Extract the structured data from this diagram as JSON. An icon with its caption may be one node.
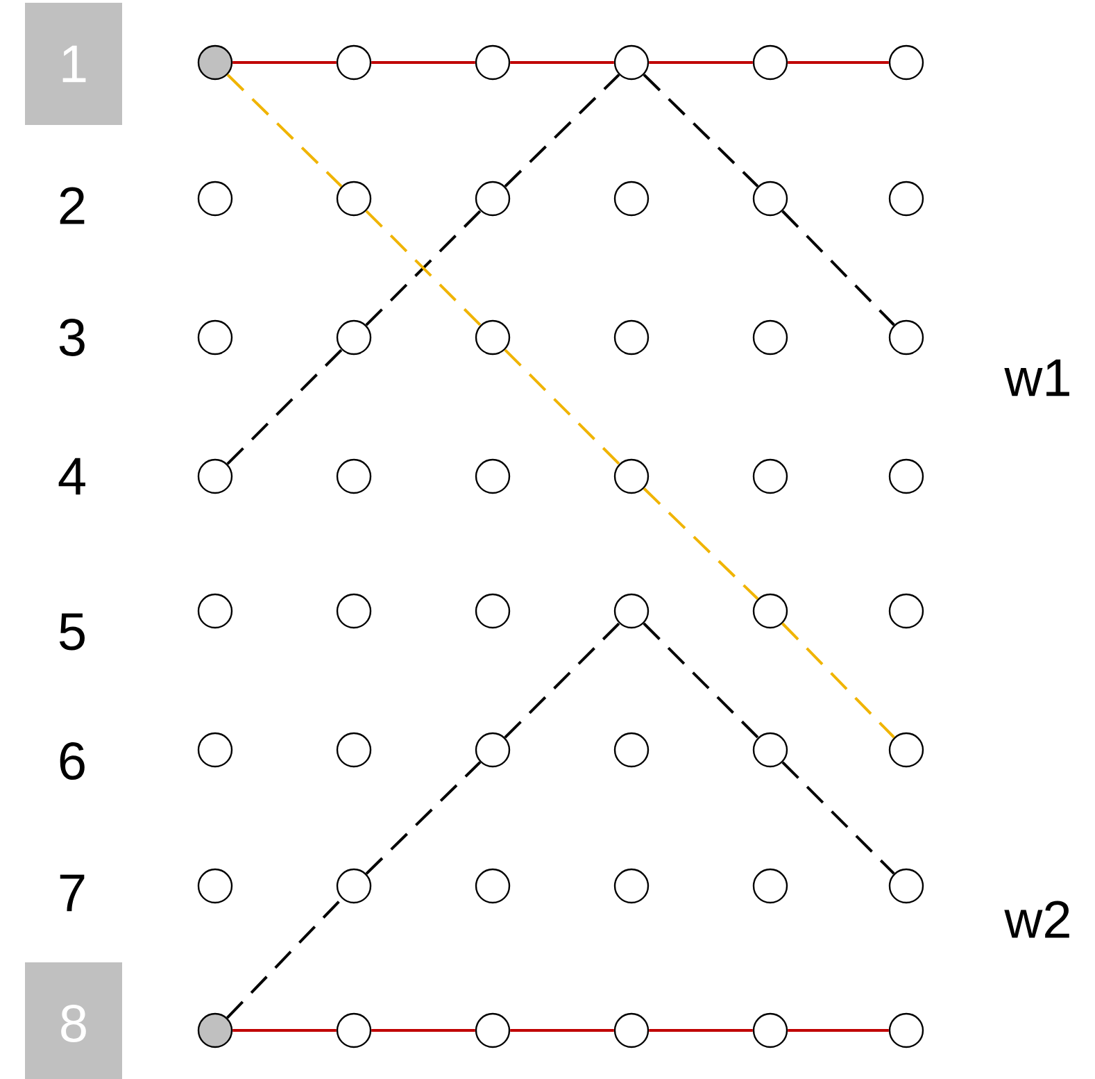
{
  "diagram": {
    "nodes": [
      {
        "text": [
          "1"
        ]
      },
      {
        "text": [],
        "shape": "circle"
      },
      {
        "text": [],
        "shape": "circle"
      },
      {
        "text": [],
        "shape": "circle"
      },
      {
        "text": [],
        "shape": "circle"
      },
      {
        "text": [],
        "shape": "circle"
      },
      {
        "text": [],
        "shape": "circle"
      },
      {
        "text": [],
        "shape": "circle"
      },
      {
        "text": [],
        "shape": "circle"
      },
      {
        "text": [],
        "shape": "circle"
      },
      {
        "text": [],
        "shape": "circle"
      },
      {
        "text": [],
        "shape": "circle"
      },
      {
        "text": [],
        "shape": "circle"
      },
      {
        "text": [],
        "shape": "circle"
      },
      {
        "text": [],
        "shape": "circle"
      },
      {
        "text": [],
        "shape": "circle"
      },
      {
        "text": [],
        "shape": "circle"
      },
      {
        "text": [],
        "shape": "circle"
      },
      {
        "text": [],
        "shape": "circle"
      },
      {
        "text": [],
        "shape": "circle"
      },
      {
        "text": [],
        "shape": "circle"
      },
      {
        "text": [],
        "shape": "circle"
      },
      {
        "text": [],
        "shape": "circle"
      },
      {
        "text": [],
        "shape": "circle"
      },
      {
        "text": [],
        "shape": "circle"
      },
      {
        "text": [],
        "shape": "circle"
      },
      {
        "text": [],
        "shape": "circle"
      },
      {
        "text": [],
        "shape": "circle"
      },
      {
        "text": [],
        "shape": "circle"
      },
      {
        "text": [],
        "shape": "circle"
      },
      {
        "text": [],
        "shape": "circle"
      },
      {
        "text": [],
        "shape": "circle"
      },
      {
        "text": [],
        "shape": "circle"
      },
      {
        "text": [],
        "shape": "circle"
      },
      {
        "text": [],
        "shape": "circle"
      },
      {
        "text": [],
        "shape": "circle"
      },
      {
        "text": [],
        "shape": "circle"
      },
      {
        "text": [],
        "shape": "circle"
      },
      {
        "text": [],
        "shape": "circle"
      },
      {
        "text": [],
        "shape": "circle"
      },
      {
        "text": [],
        "shape": "circle"
      },
      {
        "text": [],
        "shape": "circle"
      },
      {
        "text": [],
        "shape": "circle"
      },
      {
        "text": [
          "8"
        ]
      },
      {
        "text": [],
        "shape": "circle"
      },
      {
        "text": [],
        "shape": "circle"
      },
      {
        "text": [],
        "shape": "circle"
      },
      {
        "text": [],
        "shape": "circle"
      },
      {
        "text": [],
        "shape": "circle"
      },
      {
        "text": [],
        "shape": "circle"
      }
    ],
    "edges": [
      {
        "from": 1,
        "to": 2,
        "arrow": "none",
        "color": "#c00000"
      },
      {
        "from": 2,
        "to": 3,
        "arrow": "none",
        "color": "#c00000"
      },
      {
        "from": 3,
        "to": 4,
        "arrow": "none",
        "color": "#c00000"
      },
      {
        "from": 4,
        "to": 5,
        "arrow": "none",
        "color": "#c00000"
      },
      {
        "from": 5,
        "to": 6,
        "arrow": "none",
        "color": "#c00000"
      },
      {
        "from": 19,
        "to": 14,
        "arrow": "none",
        "style": "dashed",
        "color": "#000000"
      },
      {
        "from": 14,
        "to": 9,
        "arrow": "none",
        "style": "dashed",
        "color": "#000000"
      },
      {
        "from": 9,
        "to": 4,
        "arrow": "none",
        "style": "dashed",
        "color": "#000000"
      },
      {
        "from": 4,
        "to": 11,
        "arrow": "none",
        "style": "dashed",
        "color": "#000000"
      },
      {
        "from": 11,
        "to": 18,
        "arrow": "none",
        "style": "dashed",
        "color": "#000000"
      },
      {
        "from": 1,
        "to": 8,
        "arrow": "none",
        "style": "dashed",
        "color": "#f0b400"
      },
      {
        "from": 8,
        "to": 15,
        "arrow": "none",
        "style": "dashed",
        "color": "#f0b400"
      },
      {
        "from": 15,
        "to": 22,
        "arrow": "none",
        "style": "dashed",
        "color": "#f0b400"
      },
      {
        "from": 22,
        "to": 29,
        "arrow": "none",
        "style": "dashed",
        "color": "#f0b400"
      },
      {
        "from": 29,
        "to": 36,
        "arrow": "none",
        "style": "dashed",
        "color": "#f0b400"
      },
      {
        "from": 44,
        "to": 38,
        "arrow": "none",
        "style": "dashed",
        "color": "#000000"
      },
      {
        "from": 38,
        "to": 33,
        "arrow": "none",
        "style": "dashed",
        "color": "#000000"
      },
      {
        "from": 33,
        "to": 28,
        "arrow": "none",
        "style": "dashed",
        "color": "#000000"
      },
      {
        "from": 28,
        "to": 35,
        "arrow": "none",
        "style": "dashed",
        "color": "#000000"
      },
      {
        "from": 35,
        "to": 42,
        "arrow": "none",
        "style": "dashed",
        "color": "#000000"
      },
      {
        "from": 44,
        "to": 45,
        "arrow": "none",
        "color": "#c00000"
      },
      {
        "from": 45,
        "to": 46,
        "arrow": "none",
        "color": "#c00000"
      },
      {
        "from": 46,
        "to": 47,
        "arrow": "none",
        "color": "#c00000"
      },
      {
        "from": 47,
        "to": 48,
        "arrow": "none",
        "color": "#c00000"
      },
      {
        "from": 48,
        "to": 49,
        "arrow": "none",
        "color": "#c00000"
      }
    ],
    "labels": [
      "2",
      "3",
      "w1",
      "4",
      "5",
      "6",
      "7",
      "w2"
    ]
  }
}
